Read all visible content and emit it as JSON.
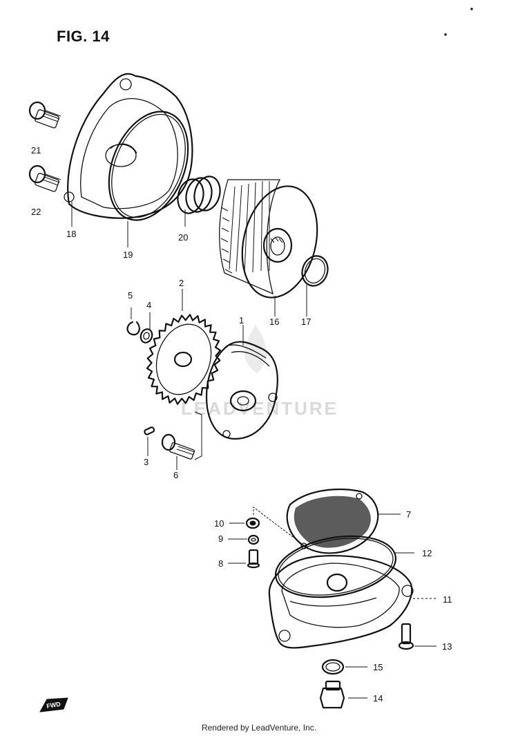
{
  "figure": {
    "title": "FIG. 14"
  },
  "callouts": [
    {
      "id": "1",
      "label": "1"
    },
    {
      "id": "2",
      "label": "2"
    },
    {
      "id": "3",
      "label": "3"
    },
    {
      "id": "4",
      "label": "4"
    },
    {
      "id": "5",
      "label": "5"
    },
    {
      "id": "6",
      "label": "6"
    },
    {
      "id": "7",
      "label": "7"
    },
    {
      "id": "8",
      "label": "8"
    },
    {
      "id": "9",
      "label": "9"
    },
    {
      "id": "10",
      "label": "10"
    },
    {
      "id": "11",
      "label": "11"
    },
    {
      "id": "12",
      "label": "12"
    },
    {
      "id": "13",
      "label": "13"
    },
    {
      "id": "14",
      "label": "14"
    },
    {
      "id": "15",
      "label": "15"
    },
    {
      "id": "16",
      "label": "16"
    },
    {
      "id": "17",
      "label": "17"
    },
    {
      "id": "18",
      "label": "18"
    },
    {
      "id": "19",
      "label": "19"
    },
    {
      "id": "20",
      "label": "20"
    },
    {
      "id": "21",
      "label": "21"
    },
    {
      "id": "22",
      "label": "22"
    }
  ],
  "direction_marker": "FWD",
  "watermark": "LEADVENTURE",
  "footer": "Rendered by LeadVenture, Inc."
}
